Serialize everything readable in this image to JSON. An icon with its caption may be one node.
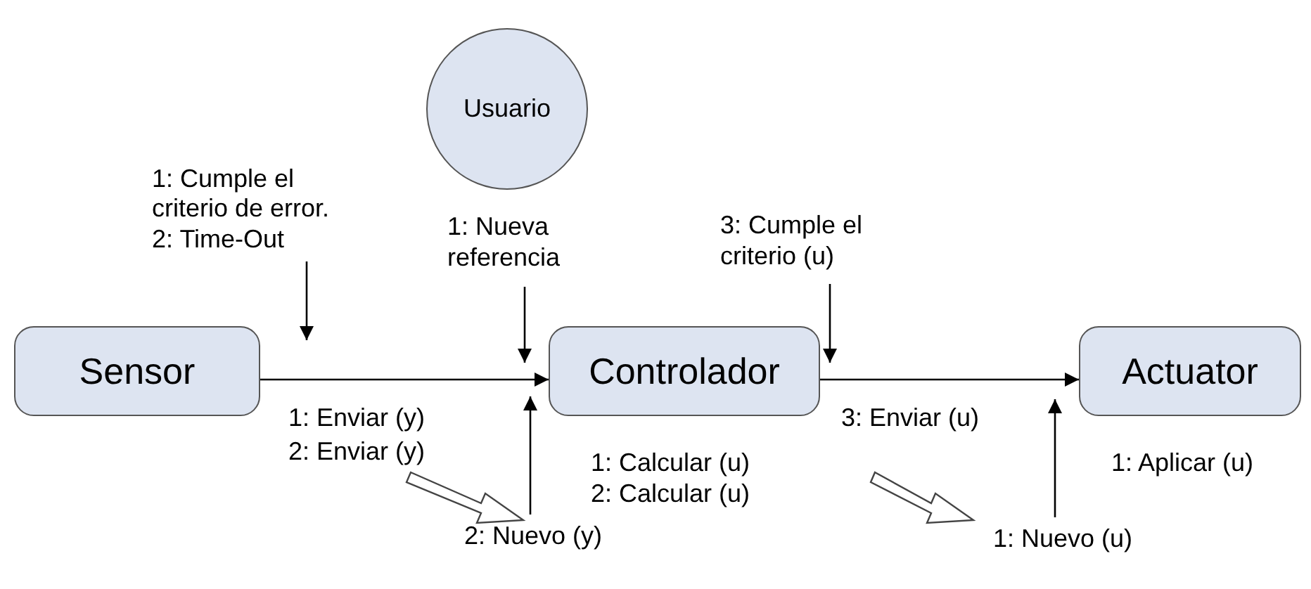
{
  "diagram": {
    "nodes": [
      {
        "text": [
          "Sensor"
        ]
      },
      {
        "text": [
          "Usuario"
        ]
      },
      {
        "text": [
          "Controlador"
        ],
        "beside": [
          "1: Calcular (u)",
          "2: Calcular (u)"
        ]
      },
      {
        "text": [
          "Actuator"
        ],
        "beside": [
          "1: Aplicar (u)"
        ]
      },
      {
        "text": [
          "1: Cumple el criterio de error.",
          "2: Time-Out"
        ]
      },
      {
        "text": [
          "1: Nueva referencia"
        ]
      },
      {
        "text": [
          "3: Cumple el criterio (u)"
        ]
      },
      {
        "text": [
          "2: Nuevo (y)"
        ]
      },
      {
        "text": [
          "1: Nuevo (u)"
        ]
      }
    ],
    "edges": [
      {
        "from": 0,
        "to": 2,
        "arrow": "to"
      },
      {
        "from": 2,
        "to": 3,
        "arrow": "to"
      },
      {
        "from": 4,
        "to": null,
        "arrow": "to"
      },
      {
        "from": 5,
        "to": 2,
        "arrow": "to"
      },
      {
        "from": 6,
        "to": 2,
        "arrow": "to"
      },
      {
        "from": 7,
        "to": 2,
        "arrow": "to"
      },
      {
        "from": 8,
        "to": 3,
        "arrow": "to"
      }
    ],
    "labels": [
      "1: Enviar (y)",
      "2: Enviar (y)",
      "3: Enviar (u)"
    ]
  }
}
